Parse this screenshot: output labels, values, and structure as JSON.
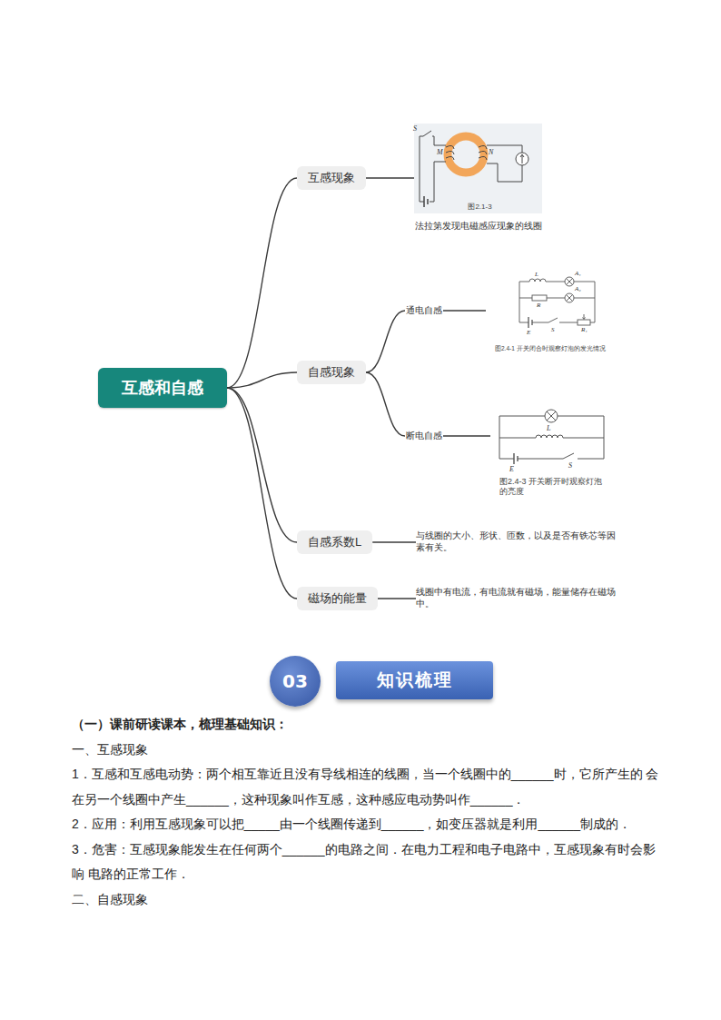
{
  "diagram": {
    "nodes": [
      {
        "text": [
          "互感和自感"
        ]
      },
      {
        "text": [
          "互感现象"
        ]
      },
      {
        "text": [
          "图2.1-3",
          "法拉第发现电磁感应现象的线圈"
        ]
      },
      {
        "text": [
          "自感现象"
        ]
      },
      {
        "text": [
          "通电自感"
        ]
      },
      {
        "text": [
          "图2.4-1 开关闭合时观察灯泡的发光情况"
        ]
      },
      {
        "text": [
          "断电自感"
        ]
      },
      {
        "text": [
          "图2.4-3 开关断开时观察灯泡的亮度"
        ]
      },
      {
        "text": [
          "自感系数L"
        ]
      },
      {
        "text": [
          "与线圈的大小、形状、匝数，以及是否有铁芯等因素有关。"
        ]
      },
      {
        "text": [
          "磁场的能量"
        ]
      },
      {
        "text": [
          "线圈中有电流，有电流就有磁场，能量储存在磁场中。"
        ]
      },
      {
        "text": [
          "03"
        ]
      },
      {
        "text": [
          "知识梳理"
        ]
      }
    ],
    "edges": [
      {
        "from": 0,
        "to": 1,
        "arrow": "none"
      },
      {
        "from": 0,
        "to": 3,
        "arrow": "none"
      },
      {
        "from": 0,
        "to": 8,
        "arrow": "none"
      },
      {
        "from": 0,
        "to": 10,
        "arrow": "none"
      },
      {
        "from": 1,
        "to": 2,
        "arrow": "none"
      },
      {
        "from": 3,
        "to": 4,
        "arrow": "none"
      },
      {
        "from": 3,
        "to": 6,
        "arrow": "none"
      },
      {
        "from": 4,
        "to": 5,
        "arrow": "none"
      },
      {
        "from": 6,
        "to": 7,
        "arrow": "none"
      },
      {
        "from": 8,
        "to": 9,
        "arrow": "none"
      },
      {
        "from": 10,
        "to": 11,
        "arrow": "none"
      }
    ],
    "labels": [
      "S",
      "M",
      "N",
      "L",
      "A₁",
      "A₂",
      "R",
      "E",
      "S",
      "R₁",
      "L",
      "E",
      "S",
      "（一）课前研读课本，梳理基础知识：",
      "一、互感现象",
      "1．互感和互感电动势：两个相互靠近且没有导线相连的线圈，当一个线圈中的______时，它所产生的 会在另一个线圈中产生______，这种现象叫作互感，这种感应电动势叫作______．",
      "2．应用：利用互感现象可以把_____由一个线圈传递到______，如变压器就是利用______制成的．",
      "3．危害：互感现象能发生在任何两个______的电路之间．在电力工程和电子电路中，互感现象有时会影响 电路的正常工作．",
      "二、自感现象"
    ]
  }
}
